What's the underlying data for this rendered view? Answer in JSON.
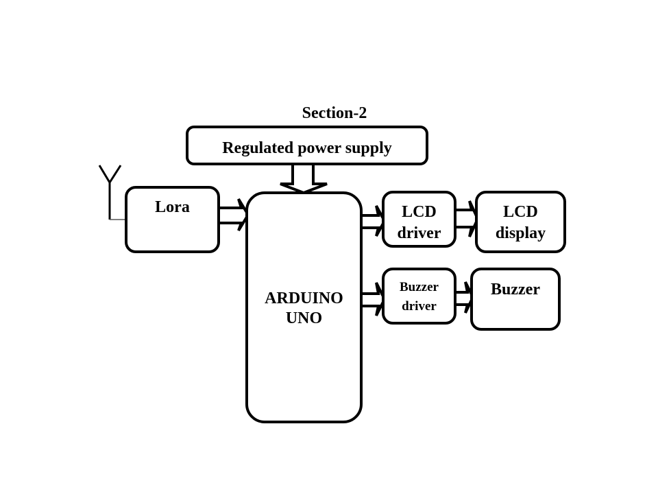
{
  "diagram": {
    "section_title": "Section-2",
    "blocks": {
      "power_supply": {
        "label": "Regulated power supply"
      },
      "lora": {
        "label": "Lora"
      },
      "arduino": {
        "line1": "ARDUINO",
        "line2": "UNO"
      },
      "lcd_driver": {
        "line1": "LCD",
        "line2": "driver"
      },
      "lcd_display": {
        "line1": "LCD",
        "line2": "display"
      },
      "buzzer_driver": {
        "line1": "Buzzer",
        "line2": "driver"
      },
      "buzzer": {
        "label": "Buzzer"
      }
    },
    "connections": [
      {
        "from": "power_supply",
        "to": "arduino",
        "style": "block-arrow-down"
      },
      {
        "from": "lora",
        "to": "arduino",
        "style": "block-arrow-right"
      },
      {
        "from": "arduino",
        "to": "lcd_driver",
        "style": "block-arrow-right"
      },
      {
        "from": "lcd_driver",
        "to": "lcd_display",
        "style": "block-arrow-right"
      },
      {
        "from": "arduino",
        "to": "buzzer_driver",
        "style": "block-arrow-right"
      },
      {
        "from": "buzzer_driver",
        "to": "buzzer",
        "style": "block-arrow-right"
      }
    ],
    "antenna": {
      "attached_to": "lora",
      "icon": "antenna-icon"
    },
    "colors": {
      "stroke": "#000000",
      "fill": "#ffffff"
    }
  }
}
